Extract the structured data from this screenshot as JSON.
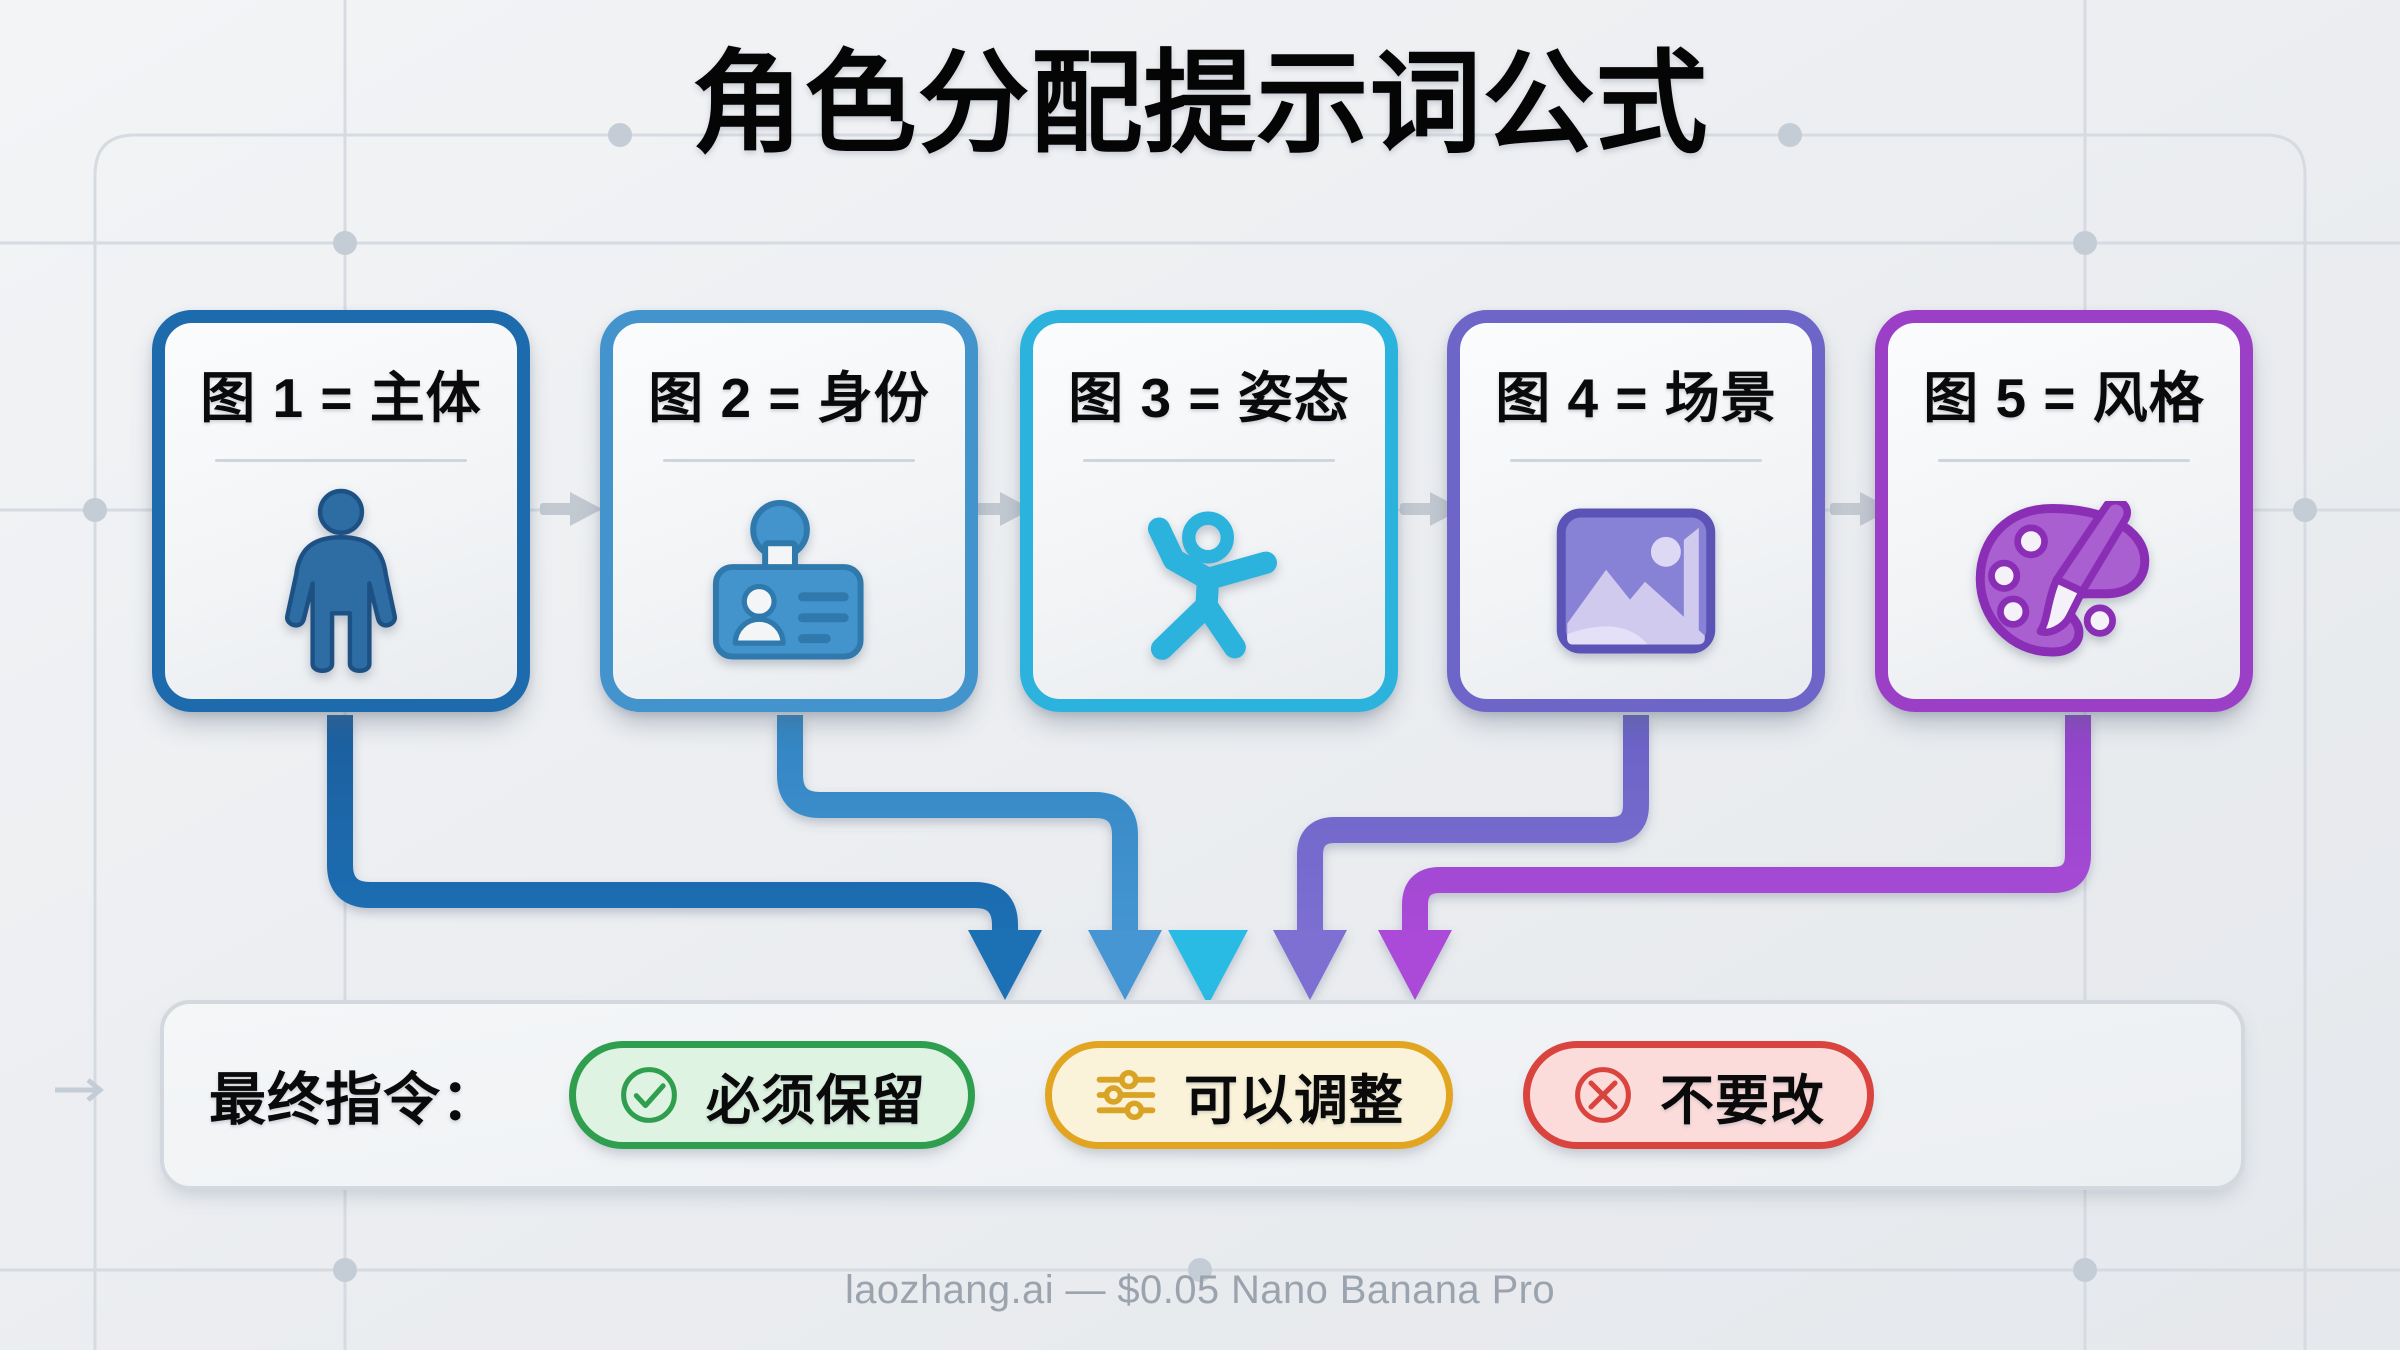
{
  "page": {
    "title": "角色分配提示词公式",
    "background_color": "#eef0f3"
  },
  "cards": [
    {
      "label": "图 1 = 主体",
      "icon": "person-icon",
      "color": "#1d6aad",
      "icon_fill": "#2e6da4",
      "icon_stroke": "#1d5183"
    },
    {
      "label": "图 2 = 身份",
      "icon": "id-badge-icon",
      "color": "#4393cd",
      "icon_fill": "#4393cd",
      "icon_stroke": "#2f79ad"
    },
    {
      "label": "图 3 = 姿态",
      "icon": "pose-figure-icon",
      "color": "#2bb3dd",
      "icon_fill": "#2bb3dd",
      "icon_stroke": "#1f93b8"
    },
    {
      "label": "图 4 = 场景",
      "icon": "landscape-image-icon",
      "color": "#6d65c8",
      "icon_fill": "#8882d6",
      "icon_stroke": "#5b53b5"
    },
    {
      "label": "图 5 = 风格",
      "icon": "paint-palette-icon",
      "color": "#9b3fc7",
      "icon_fill": "#a95fd0",
      "icon_stroke": "#8a2fb5"
    }
  ],
  "flow": {
    "step_arrow_color": "#c3c9d1",
    "connector_colors": [
      "#1d6aad",
      "#3c8fc9",
      "#29b6e0",
      "#6d65c8",
      "#a23fcd"
    ]
  },
  "bottom": {
    "final_label": "最终指令：",
    "pills": [
      {
        "text": "必须保留",
        "icon": "check-circle-icon",
        "border": "#2f9e4f",
        "bg": "#dff3e2"
      },
      {
        "text": "可以调整",
        "icon": "sliders-icon",
        "border": "#e2a521",
        "bg": "#fbf3d9"
      },
      {
        "text": "不要改",
        "icon": "x-circle-icon",
        "border": "#d9443f",
        "bg": "#fbdcdb"
      }
    ]
  },
  "footer": {
    "text": "laozhang.ai — $0.05 Nano Banana Pro"
  }
}
